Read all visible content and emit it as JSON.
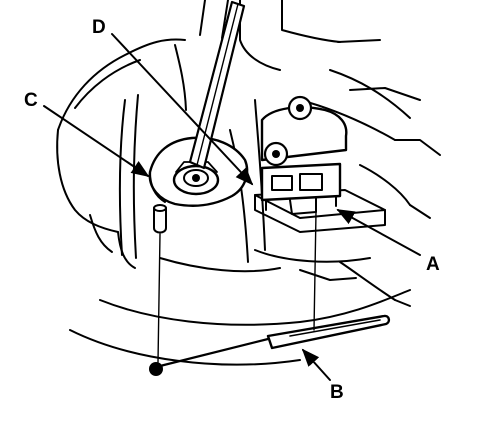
{
  "diagram": {
    "callouts": [
      {
        "id": "A",
        "label": "A"
      },
      {
        "id": "B",
        "label": "B"
      },
      {
        "id": "C",
        "label": "C"
      },
      {
        "id": "D",
        "label": "D"
      }
    ]
  }
}
